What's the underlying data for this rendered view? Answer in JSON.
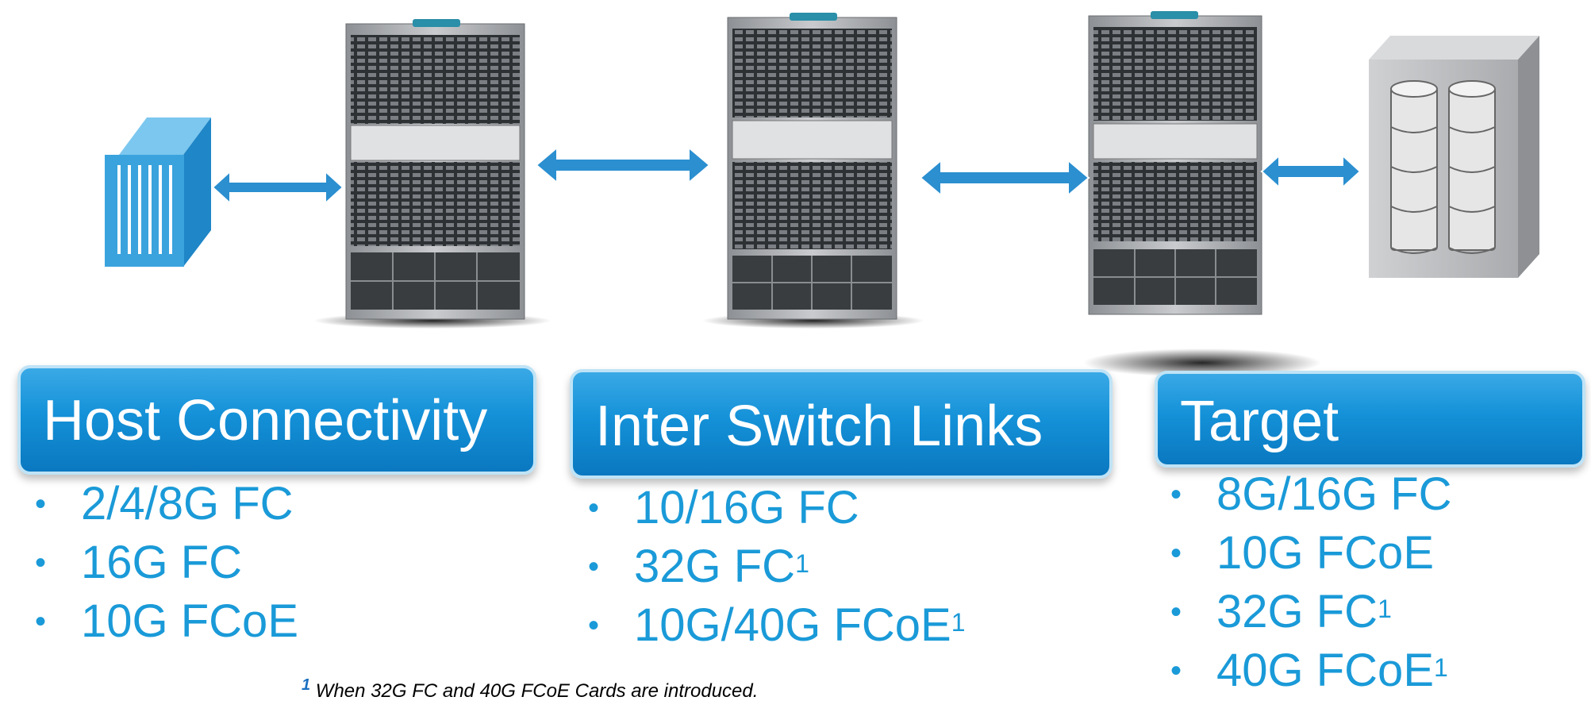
{
  "colors": {
    "accent": "#1a9ad8",
    "banner": "#1491d8",
    "arrow": "#2b8fd0",
    "host": "#3aa3dd"
  },
  "icons": [
    "server-host-icon",
    "mds-switch-chassis-icon",
    "storage-array-icon",
    "bidirectional-arrow-icon"
  ],
  "sections": [
    {
      "title": "Host Connectivity",
      "items": [
        {
          "text": "2/4/8G FC",
          "sup": ""
        },
        {
          "text": "16G FC",
          "sup": ""
        },
        {
          "text": "10G FCoE",
          "sup": ""
        }
      ]
    },
    {
      "title": "Inter Switch Links",
      "items": [
        {
          "text": "10/16G FC",
          "sup": ""
        },
        {
          "text": "32G FC",
          "sup": "1"
        },
        {
          "text": "10G/40G FCoE",
          "sup": "1"
        }
      ]
    },
    {
      "title": "Target",
      "items": [
        {
          "text": "8G/16G FC",
          "sup": ""
        },
        {
          "text": "10G FCoE",
          "sup": ""
        },
        {
          "text": "32G FC",
          "sup": "1"
        },
        {
          "text": "40G FCoE",
          "sup": "1"
        }
      ]
    }
  ],
  "footnote": {
    "mark": "1",
    "text": "When 32G FC and 40G FCoE Cards are introduced."
  }
}
